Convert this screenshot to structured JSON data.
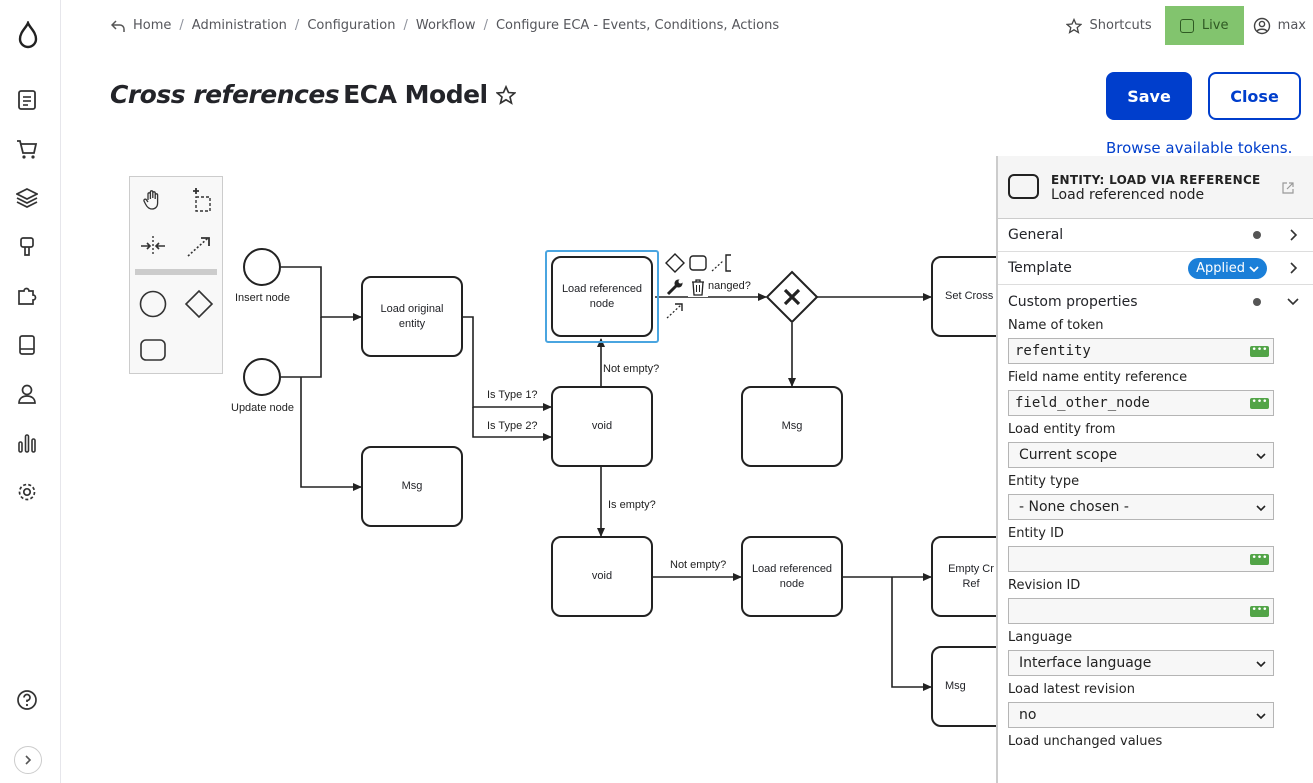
{
  "breadcrumb": {
    "items": [
      "Home",
      "Administration",
      "Configuration",
      "Workflow",
      "Configure ECA - Events, Conditions, Actions"
    ],
    "separator": "/"
  },
  "topbar": {
    "shortcuts": "Shortcuts",
    "live": "Live",
    "user": "max"
  },
  "title": {
    "model_name": "Cross references",
    "suffix": "ECA Model"
  },
  "actions": {
    "save": "Save",
    "close": "Close",
    "tokens_link": "Browse available tokens."
  },
  "diagram": {
    "events": [
      {
        "label": "Insert node"
      },
      {
        "label": "Update node"
      }
    ],
    "tasks": {
      "load_original": "Load original entity",
      "load_referenced_top": "Load referenced node",
      "void_mid": "void",
      "void_bottom": "void",
      "msg_left": "Msg",
      "msg_right": "Msg",
      "load_referenced_bottom": "Load referenced node",
      "set_cross": "Set Cross",
      "empty_cr": "Empty Cr Ref",
      "msg_bottom": "Msg"
    },
    "flow_labels": {
      "is_type1": "Is Type 1?",
      "is_type2": "Is Type 2?",
      "not_empty_top": "Not empty?",
      "is_empty": "Is empty?",
      "not_empty_bottom": "Not empty?",
      "changed": "nanged?"
    }
  },
  "panel": {
    "type": "ENTITY: LOAD VIA REFERENCE",
    "name": "Load referenced node",
    "groups": {
      "general": "General",
      "template": "Template",
      "template_badge": "Applied",
      "custom": "Custom properties"
    },
    "fields": {
      "token_label": "Name of token",
      "token_value": "refentity",
      "field_ref_label": "Field name entity reference",
      "field_ref_value": "field_other_node",
      "load_from_label": "Load entity from",
      "load_from_value": "Current scope",
      "entity_type_label": "Entity type",
      "entity_type_value": "- None chosen -",
      "entity_id_label": "Entity ID",
      "entity_id_value": "",
      "revision_id_label": "Revision ID",
      "revision_id_value": "",
      "language_label": "Language",
      "language_value": "Interface language",
      "latest_rev_label": "Load latest revision",
      "latest_rev_value": "no",
      "unchanged_label": "Load unchanged values"
    },
    "token_badge": "•••"
  },
  "colors": {
    "accent": "#003ecc",
    "live_bg": "#82c46e",
    "badge_bg": "#1b7fd8",
    "token_bg": "#52a447",
    "selection": "#4aa5e0"
  }
}
